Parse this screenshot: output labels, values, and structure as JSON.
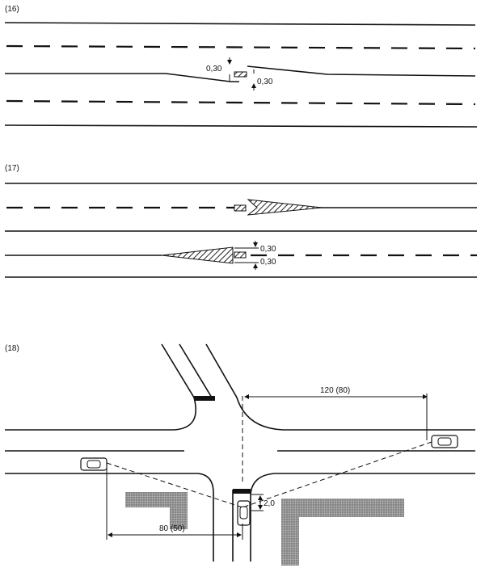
{
  "figures": [
    {
      "label": "(16)",
      "dimensions": [
        "0,30",
        "0,30"
      ]
    },
    {
      "label": "(17)",
      "dimensions": [
        "0,30",
        "0,30"
      ]
    },
    {
      "label": "(18)",
      "dimensions": {
        "sight_distance_right": "120 (80)",
        "sight_distance_left": "80 (50)",
        "offset": "2,0"
      }
    }
  ],
  "colors": {
    "line": "#111111",
    "hatch": "#555555",
    "building": "#8a8a8a"
  }
}
